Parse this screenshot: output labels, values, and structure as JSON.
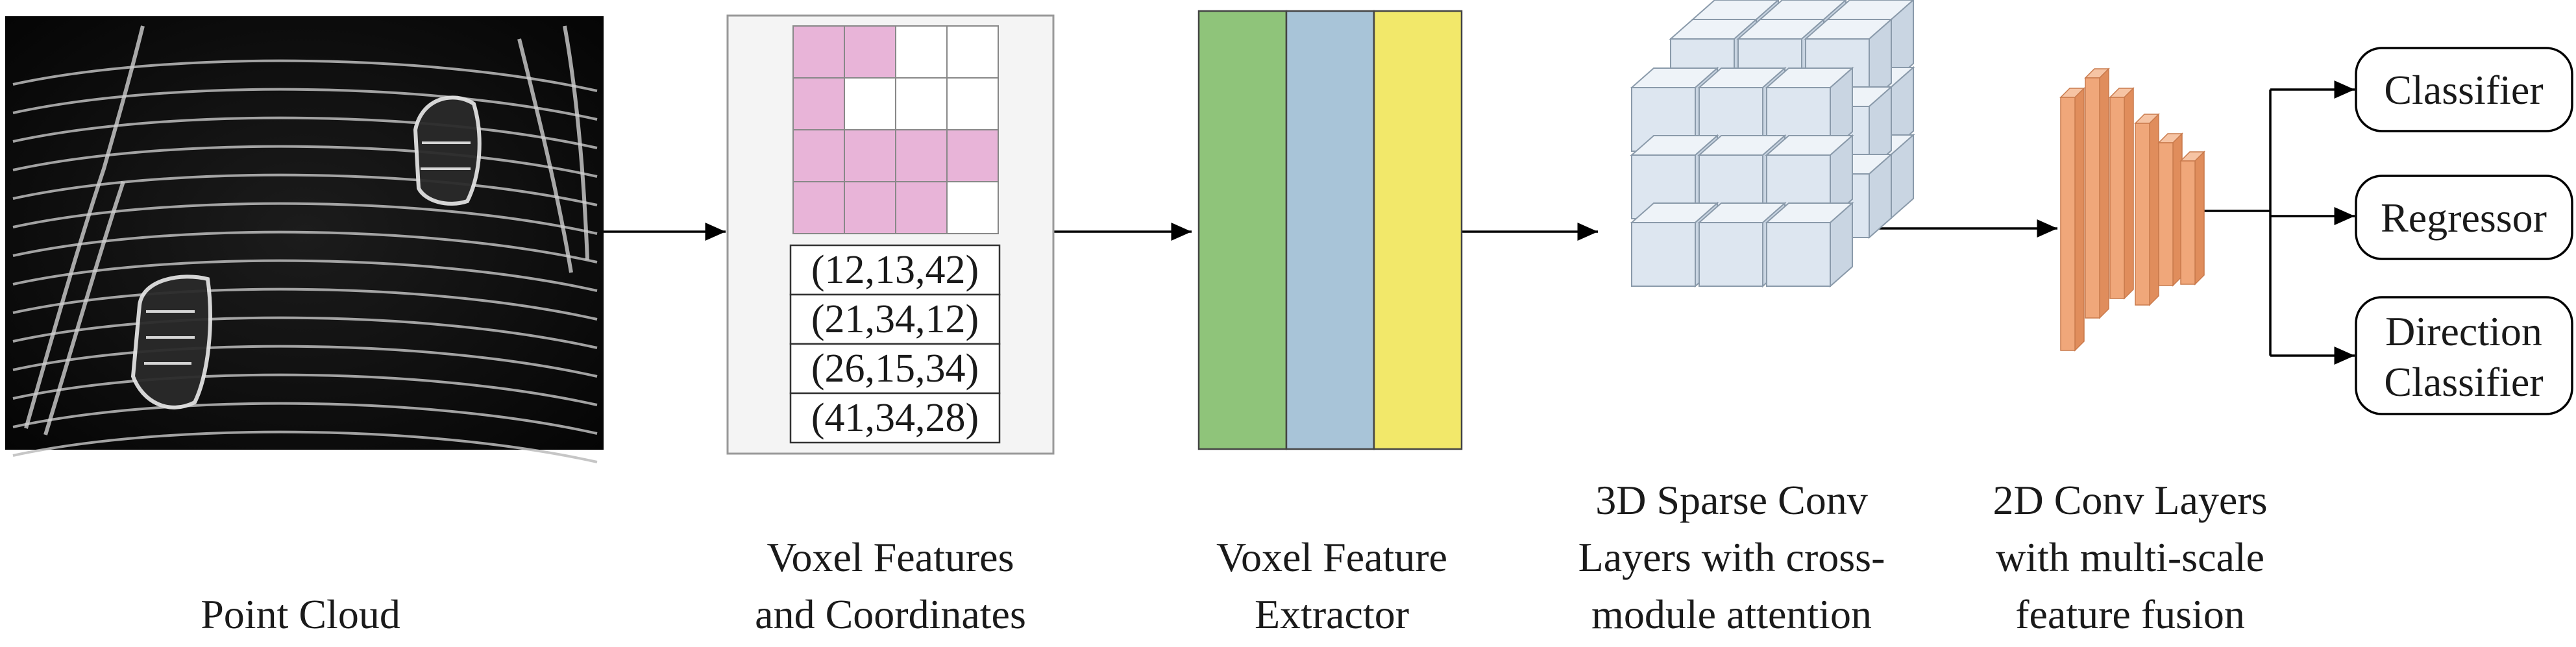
{
  "captions": {
    "point_cloud": "Point Cloud",
    "voxel_features": [
      "Voxel Features",
      "and Coordinates"
    ],
    "feature_extractor": [
      "Voxel Feature",
      "Extractor"
    ],
    "sparse_conv": [
      "3D Sparse Conv",
      "Layers with cross-",
      "module attention"
    ],
    "conv2d": [
      "2D Conv Layers",
      "with multi-scale",
      "feature fusion"
    ]
  },
  "voxel_grid": {
    "rows": [
      [
        1,
        1,
        0,
        0
      ],
      [
        1,
        0,
        0,
        0
      ],
      [
        1,
        1,
        1,
        1
      ],
      [
        1,
        1,
        1,
        0
      ]
    ],
    "filled_color": "#e8b4d8",
    "empty_color": "#ffffff"
  },
  "coordinates": [
    "(12,13,42)",
    "(21,34,12)",
    "(26,15,34)",
    "(41,34,28)"
  ],
  "extractor_layers": [
    {
      "name": "green-layer",
      "color": "#8fc47a"
    },
    {
      "name": "blue-layer",
      "color": "#a8c4d8"
    },
    {
      "name": "yellow-layer",
      "color": "#f2e86a"
    }
  ],
  "cube_color": "#dde6f0",
  "conv_color": "#f0a77a",
  "outputs": {
    "classifier": "Classifier",
    "regressor": "Regressor",
    "direction": [
      "Direction",
      "Classifier"
    ]
  }
}
